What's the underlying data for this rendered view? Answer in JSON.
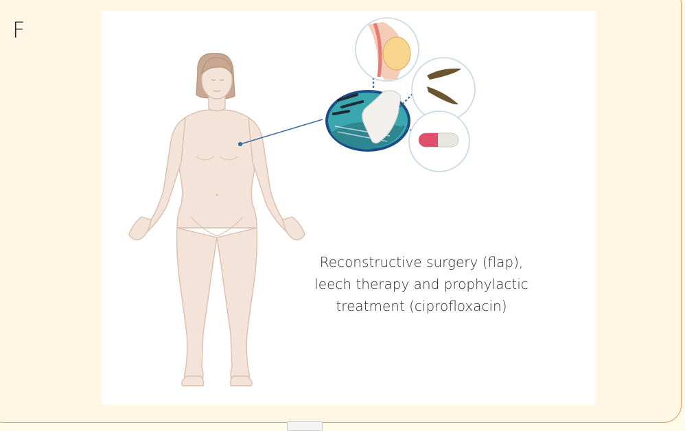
{
  "panel": {
    "letter": "F"
  },
  "figure": {
    "caption_lines": [
      "Reconstructive surgery (flap),",
      "leech therapy and prophylactic",
      "treatment (ciprofloxacin)"
    ],
    "callouts": [
      {
        "icon": "breast-anatomy-icon"
      },
      {
        "icon": "leech-icon"
      },
      {
        "icon": "pill-capsule-icon"
      }
    ],
    "hub_icon": "surgery-instruments-icon"
  },
  "colors": {
    "panel_background": "#fef7e4",
    "panel_border": "#e59a5c",
    "skin": "#f4e3d8",
    "skin_outline": "#d9bfae",
    "hair": "#c8a890",
    "connector": "#3a6e9e",
    "capsule_red": "#e0506a",
    "leech": "#6b5530"
  }
}
